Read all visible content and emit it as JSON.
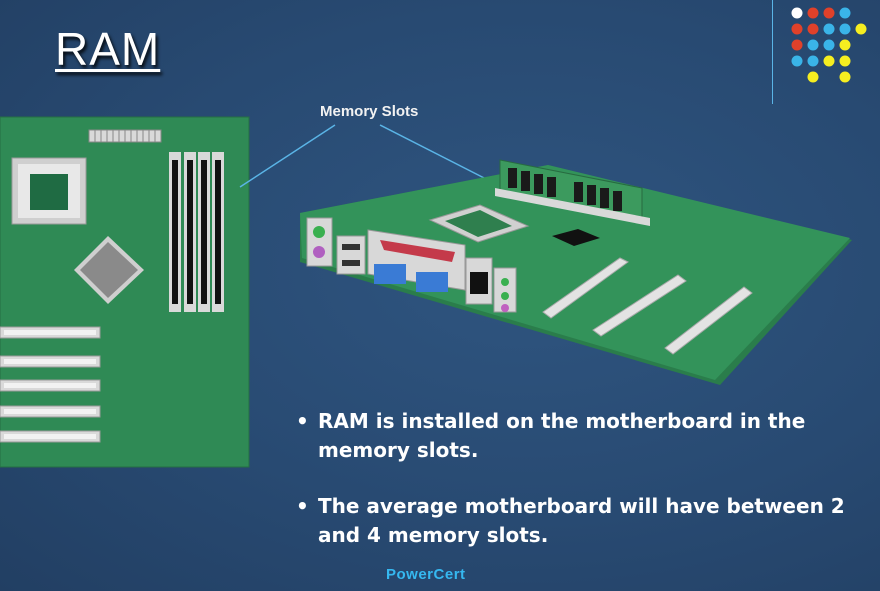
{
  "slide": {
    "title": "RAM",
    "callout_label": "Memory Slots",
    "bullets": [
      "RAM is installed on the motherboard in the memory slots.",
      "The average motherboard will have between 2 and 4 memory slots."
    ],
    "brand": "PowerCert"
  },
  "colors": {
    "background": "#284a72",
    "board_green": "#2f8a55",
    "accent_blue": "#35b8f0",
    "dot_palette": [
      "#ffffff",
      "#e0412a",
      "#3ab4e8",
      "#f6ee20"
    ]
  },
  "icons": {
    "title_decoration": "colored-dot-grid",
    "bullet": "bullet-dot"
  }
}
